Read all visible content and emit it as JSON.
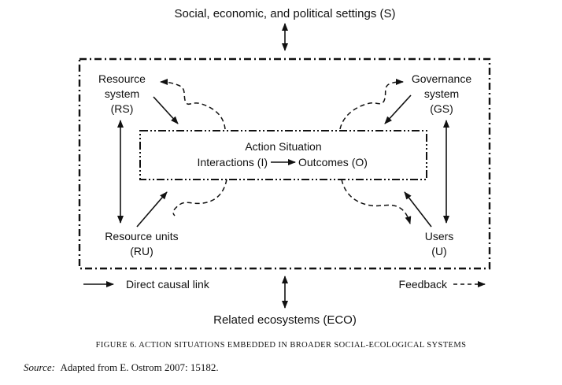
{
  "diagram": {
    "top_label": "Social, economic, and political settings (S)",
    "bottom_label": "Related ecosystems (ECO)",
    "center": {
      "title": "Action Situation",
      "interactions": "Interactions (I)",
      "outcomes": "Outcomes (O)"
    },
    "resource_system": {
      "line1": "Resource",
      "line2": "system",
      "line3": "(RS)"
    },
    "governance_system": {
      "line1": "Governance",
      "line2": "system",
      "line3": "(GS)"
    },
    "resource_units": {
      "line1": "Resource units",
      "line2": "(RU)"
    },
    "users": {
      "line1": "Users",
      "line2": "(U)"
    },
    "legend": {
      "direct_link": "Direct causal link",
      "feedback": "Feedback"
    }
  },
  "caption": {
    "figure_label": "Figure 6. Action situations embedded in broader social-ecological systems",
    "source_prefix": "Source:",
    "source_text": "Adapted from E. Ostrom 2007: 15182."
  },
  "colors": {
    "ink": "#111111",
    "background": "#ffffff"
  }
}
